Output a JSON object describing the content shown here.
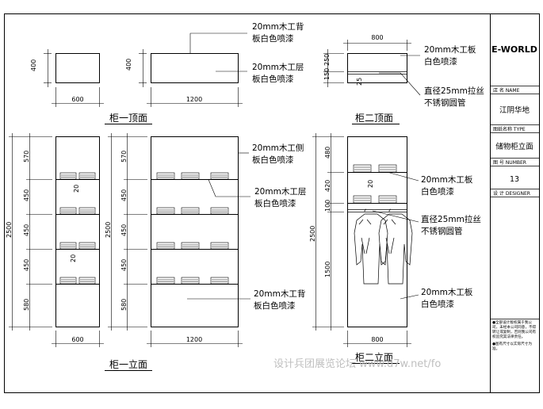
{
  "views": {
    "g1_top": "柜一顶面",
    "g2_top": "柜二顶面",
    "g1_elev": "柜一立面",
    "g2_elev": "柜二立面"
  },
  "notes": {
    "g1t_back_1": "20mm木工背",
    "g1t_back_2": "板白色喷漆",
    "g1t_shelf_1": "20mm木工层",
    "g1t_shelf_2": "板白色喷漆",
    "g2t_board_1": "20mm木工板",
    "g2t_board_2": "白色喷漆",
    "g2t_rod_1": "直径25mm拉丝",
    "g2t_rod_2": "不锈钢圆管",
    "g1e_side_1": "20mm木工侧",
    "g1e_side_2": "板白色喷漆",
    "g1e_shelf_1": "20mm木工层",
    "g1e_shelf_2": "板白色喷漆",
    "g1e_back_1": "20mm木工背",
    "g1e_back_2": "板白色喷漆",
    "g2e_board_1": "20mm木工板",
    "g2e_board_2": "白色喷漆",
    "g2e_rod_1": "直径25mm拉丝",
    "g2e_rod_2": "不锈钢圆管",
    "g2e_board2_1": "20mm木工板",
    "g2e_board2_2": "白色喷漆"
  },
  "dims": {
    "g1t_small_w": "600",
    "g1t_small_d": "400",
    "g1t_large_w": "1200",
    "g1t_large_d": "400",
    "g2t_w": "800",
    "g2t_d1": "250",
    "g2t_d2": "150",
    "g2t_rod": "25",
    "g1e_h": "2500",
    "g1e_h2": "2500",
    "g1e_seg": [
      "570",
      "450",
      "450",
      "450",
      "580"
    ],
    "g1e_seg2": [
      "570",
      "450",
      "450",
      "450",
      "580"
    ],
    "g1e_small_w": "600",
    "g1e_large_w": "1200",
    "g1e_gap": "20",
    "g2e_h": "2500",
    "g2e_seg": [
      "480",
      "420",
      "100",
      "1500"
    ],
    "g2e_w": "800",
    "g2e_gap": "20"
  },
  "title_block": {
    "logo": "E-WORLD",
    "store_label": "店  名 NAME",
    "store": "江阴华地",
    "type_label": "图纸名称 TYPE",
    "type": "储物柜立面",
    "number_label": "图  号 NUMBER",
    "number": "13",
    "designer_label": "设  计 DESIGNER",
    "footnote1": "●全部设计版权属于我公司，未经本公司同意，不得转让或复制，否则我公司有权追究其法律责任。",
    "footnote2": "●图有尺寸以实际尺寸为准。"
  },
  "watermark": "设计兵团展览论坛  www.d7w.net/fo"
}
